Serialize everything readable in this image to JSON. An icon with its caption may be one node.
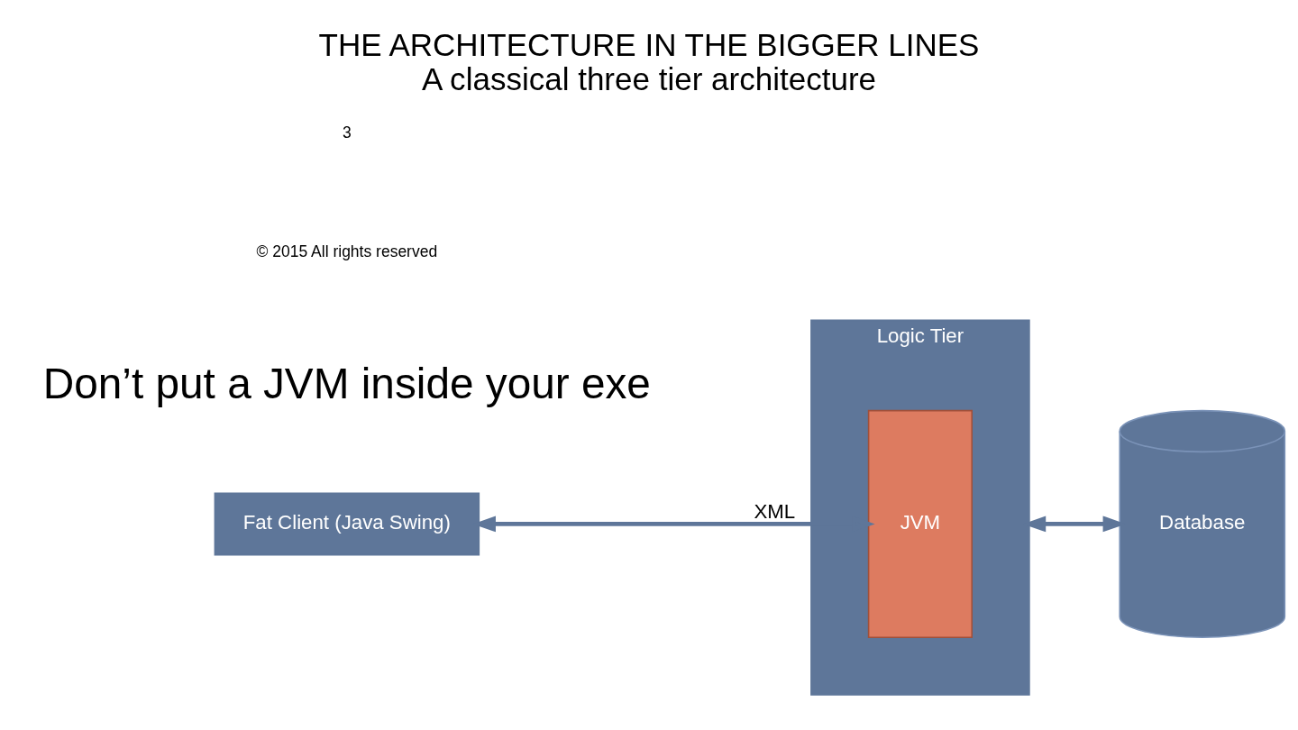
{
  "diagram": {
    "title": "THE ARCHITECTURE IN THE BIGGER LINES",
    "caption": "A classical three tier architecture",
    "nodes": [
      {
        "text": [
          "Fat Client (Java Swing)"
        ]
      },
      {
        "text": [
          "Logic Tier"
        ]
      },
      {
        "text": [
          "JVM"
        ],
        "in": 1
      },
      {
        "text": [
          "Database"
        ]
      }
    ],
    "edges": [
      {
        "from": 0,
        "to": 2,
        "arrow": "both",
        "label": "XML"
      },
      {
        "from": 1,
        "to": 3,
        "arrow": "both"
      }
    ],
    "labels": [
      "Don’t put a JVM inside your exe",
      "© 2015 All rights reserved",
      "3"
    ]
  }
}
